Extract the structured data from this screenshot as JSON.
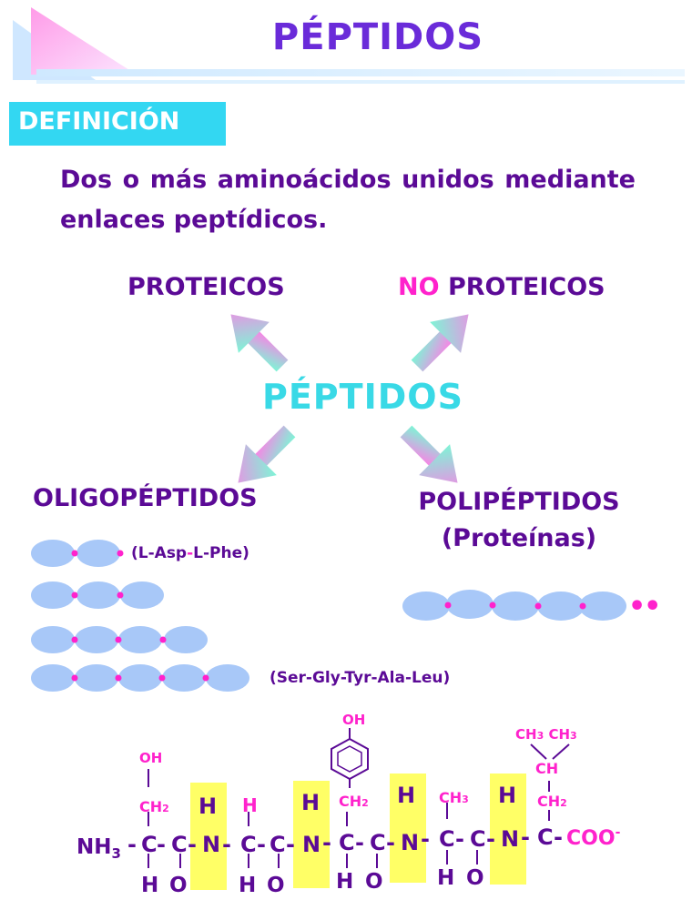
{
  "title": "PÉPTIDOS",
  "definition": {
    "label": "DEFINICIÓN",
    "text": "Dos o más aminoácidos unidos mediante enlaces peptídicos."
  },
  "classification": {
    "top_left": "PROTEICOS",
    "top_right_no": "NO",
    "top_right_rest": "PROTEICOS",
    "center": "PÉPTIDOS",
    "bottom_left": "OLIGOPÉPTIDOS",
    "bottom_right_line1": "POLIPÉPTIDOS",
    "bottom_right_line2": "(Proteínas)"
  },
  "examples": {
    "dipeptide_label": {
      "open": "(L-Asp",
      "dash": "-",
      "close": "L-Phe)"
    },
    "pentapeptide_label": "(Ser-Gly-Tyr-Ala-Leu)",
    "polypeptide_dots": "••"
  },
  "structure": {
    "start": "NH",
    "start_sub": "3",
    "end": "COO",
    "end_sup": "-",
    "carbon": "C",
    "nitrogen": "N",
    "hydrogen": "H",
    "oxygen": "O",
    "bond": "-",
    "oh": "OH",
    "ch": "CH",
    "sub2": "2",
    "sub3": "3"
  },
  "colors": {
    "purple": "#5b0a96",
    "title": "#6a2bd9",
    "cyan": "#33d7f2",
    "magenta": "#ff22cc",
    "ellipse": "#a8c8f8",
    "highlight": "#ffff66"
  }
}
